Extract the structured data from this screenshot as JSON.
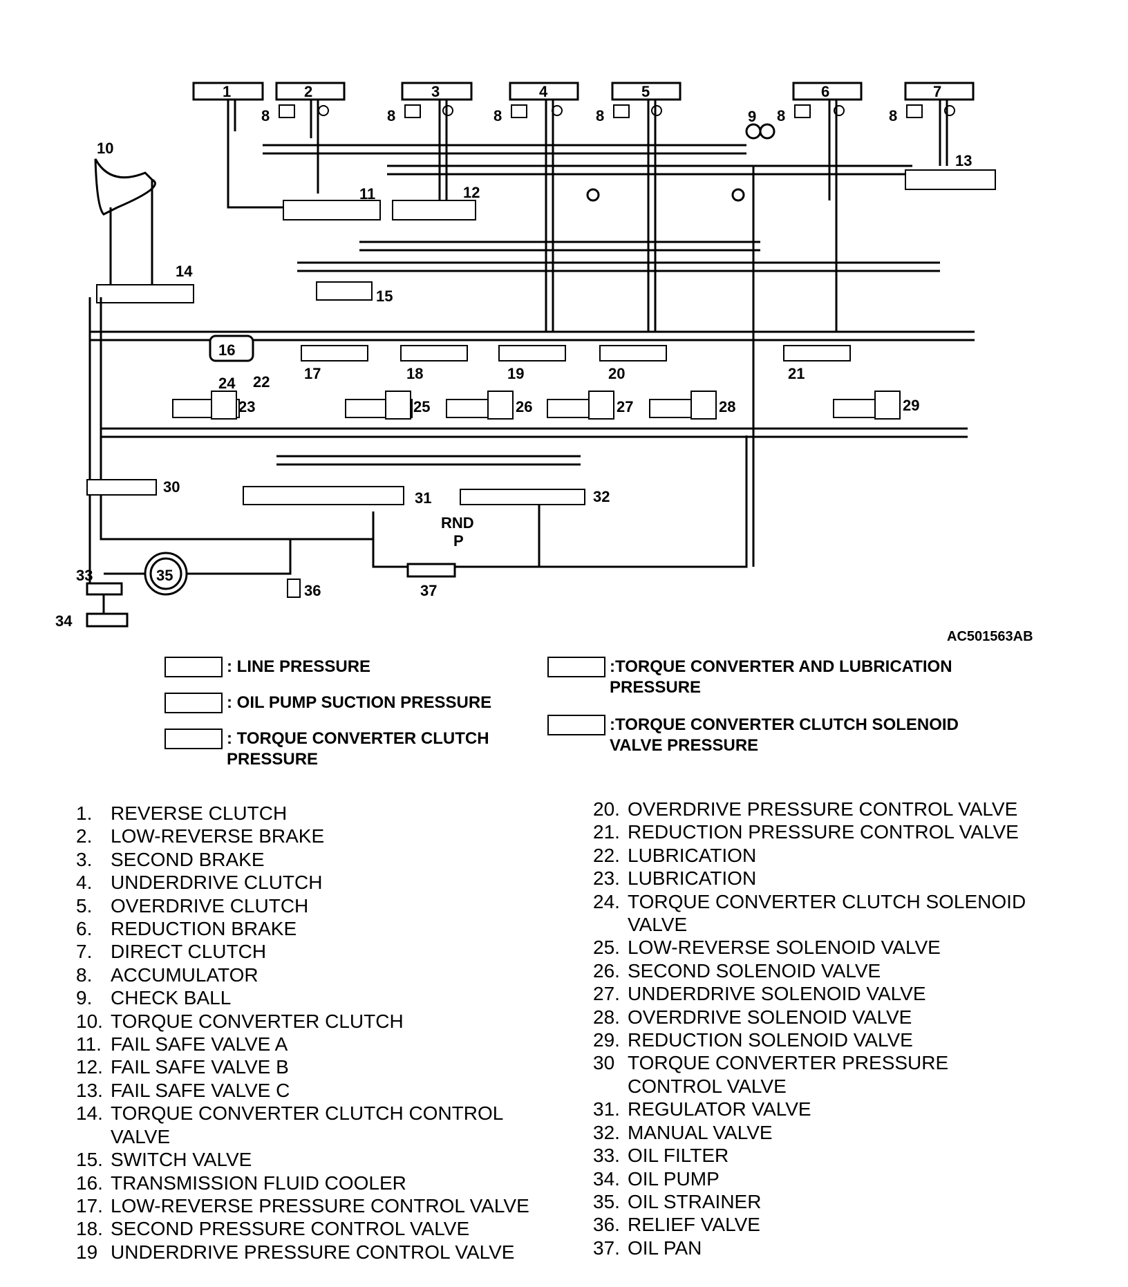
{
  "diagram": {
    "top_boxes": [
      "1",
      "2",
      "3",
      "4",
      "5",
      "6",
      "7"
    ],
    "accumulator_label": "8",
    "callouts": [
      "9",
      "10",
      "11",
      "12",
      "13",
      "14",
      "15",
      "16",
      "17",
      "18",
      "19",
      "20",
      "21",
      "22",
      "23",
      "24",
      "25",
      "26",
      "27",
      "28",
      "29",
      "30",
      "31",
      "32",
      "33",
      "34",
      "35",
      "36",
      "37"
    ],
    "manual_positions_top": "RND",
    "manual_positions_bottom": "P",
    "code": "AC501563AB"
  },
  "legend": [
    {
      "text": ": LINE PRESSURE"
    },
    {
      "text": ": OIL PUMP SUCTION PRESSURE"
    },
    {
      "text": ": TORQUE CONVERTER CLUTCH\n PRESSURE"
    },
    {
      "text": ":TORQUE CONVERTER AND LUBRICATION\n PRESSURE"
    },
    {
      "text": ":TORQUE CONVERTER CLUTCH SOLENOID\n VALVE PRESSURE"
    }
  ],
  "parts_left": [
    {
      "num": "1.",
      "label": "REVERSE CLUTCH"
    },
    {
      "num": "2.",
      "label": "LOW-REVERSE BRAKE"
    },
    {
      "num": "3.",
      "label": "SECOND BRAKE"
    },
    {
      "num": "4.",
      "label": "UNDERDRIVE CLUTCH"
    },
    {
      "num": "5.",
      "label": "OVERDRIVE CLUTCH"
    },
    {
      "num": "6.",
      "label": "REDUCTION BRAKE"
    },
    {
      "num": "7.",
      "label": "DIRECT CLUTCH"
    },
    {
      "num": "8.",
      "label": "ACCUMULATOR"
    },
    {
      "num": "9.",
      "label": "CHECK BALL"
    },
    {
      "num": "10.",
      "label": "TORQUE CONVERTER CLUTCH"
    },
    {
      "num": "11.",
      "label": "FAIL SAFE VALVE A"
    },
    {
      "num": "12.",
      "label": "FAIL SAFE VALVE B"
    },
    {
      "num": "13.",
      "label": "FAIL SAFE VALVE C"
    },
    {
      "num": "14.",
      "label": "TORQUE CONVERTER CLUTCH CONTROL\nVALVE"
    },
    {
      "num": "15.",
      "label": "SWITCH VALVE"
    },
    {
      "num": "16.",
      "label": "TRANSMISSION FLUID COOLER"
    },
    {
      "num": "17.",
      "label": "LOW-REVERSE PRESSURE CONTROL VALVE"
    },
    {
      "num": "18.",
      "label": "SECOND PRESSURE CONTROL VALVE"
    },
    {
      "num": "19",
      "label": "UNDERDRIVE PRESSURE CONTROL VALVE"
    }
  ],
  "parts_right": [
    {
      "num": "20.",
      "label": "OVERDRIVE PRESSURE CONTROL VALVE"
    },
    {
      "num": "21.",
      "label": "REDUCTION PRESSURE CONTROL VALVE"
    },
    {
      "num": "22.",
      "label": "LUBRICATION"
    },
    {
      "num": "23.",
      "label": "LUBRICATION"
    },
    {
      "num": "24.",
      "label": "TORQUE CONVERTER CLUTCH SOLENOID\nVALVE"
    },
    {
      "num": "25.",
      "label": "LOW-REVERSE SOLENOID VALVE"
    },
    {
      "num": "26.",
      "label": "SECOND SOLENOID VALVE"
    },
    {
      "num": "27.",
      "label": "UNDERDRIVE SOLENOID VALVE"
    },
    {
      "num": "28.",
      "label": "OVERDRIVE SOLENOID VALVE"
    },
    {
      "num": "29.",
      "label": "REDUCTION SOLENOID VALVE"
    },
    {
      "num": "30",
      "label": "TORQUE CONVERTER PRESSURE\nCONTROL VALVE"
    },
    {
      "num": "31.",
      "label": "REGULATOR VALVE"
    },
    {
      "num": "32.",
      "label": "MANUAL VALVE"
    },
    {
      "num": "33.",
      "label": "OIL FILTER"
    },
    {
      "num": "34.",
      "label": "OIL PUMP"
    },
    {
      "num": "35.",
      "label": "OIL STRAINER"
    },
    {
      "num": "36.",
      "label": "RELIEF VALVE"
    },
    {
      "num": "37.",
      "label": "OIL PAN"
    }
  ]
}
